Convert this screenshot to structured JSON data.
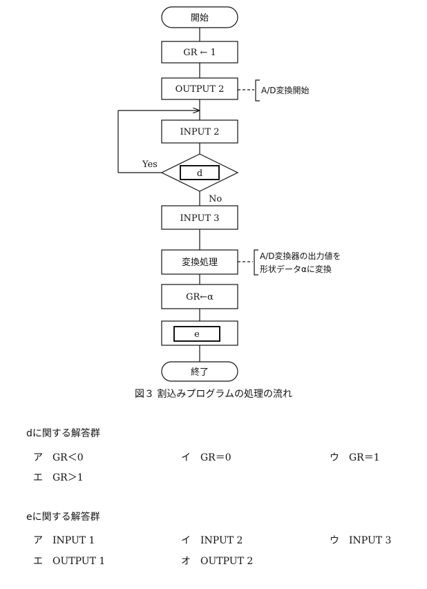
{
  "flowchart": {
    "start": "開始",
    "step1": "GR ← 1",
    "step2": "OUTPUT 2",
    "note1": "A/D変換開始",
    "step3": "INPUT 2",
    "decision": "d",
    "yes": "Yes",
    "no": "No",
    "step4": "INPUT 3",
    "step5": "変換処理",
    "note2_line1": "A/D変換器の出力値を",
    "note2_line2": "形状データαに変換",
    "step6": "GR←α",
    "step7": "e",
    "end": "終了"
  },
  "caption": "図３ 割込みプログラムの処理の流れ",
  "answer_groups": [
    {
      "title": "dに関する解答群",
      "choices": [
        {
          "mark": "ア",
          "text": "GR＜0"
        },
        {
          "mark": "イ",
          "text": "GR＝0"
        },
        {
          "mark": "ウ",
          "text": "GR＝1"
        },
        {
          "mark": "エ",
          "text": "GR＞1"
        }
      ]
    },
    {
      "title": "eに関する解答群",
      "choices": [
        {
          "mark": "ア",
          "text": "INPUT 1"
        },
        {
          "mark": "イ",
          "text": "INPUT 2"
        },
        {
          "mark": "ウ",
          "text": "INPUT 3"
        },
        {
          "mark": "エ",
          "text": "OUTPUT 1"
        },
        {
          "mark": "オ",
          "text": "OUTPUT 2"
        }
      ]
    }
  ]
}
